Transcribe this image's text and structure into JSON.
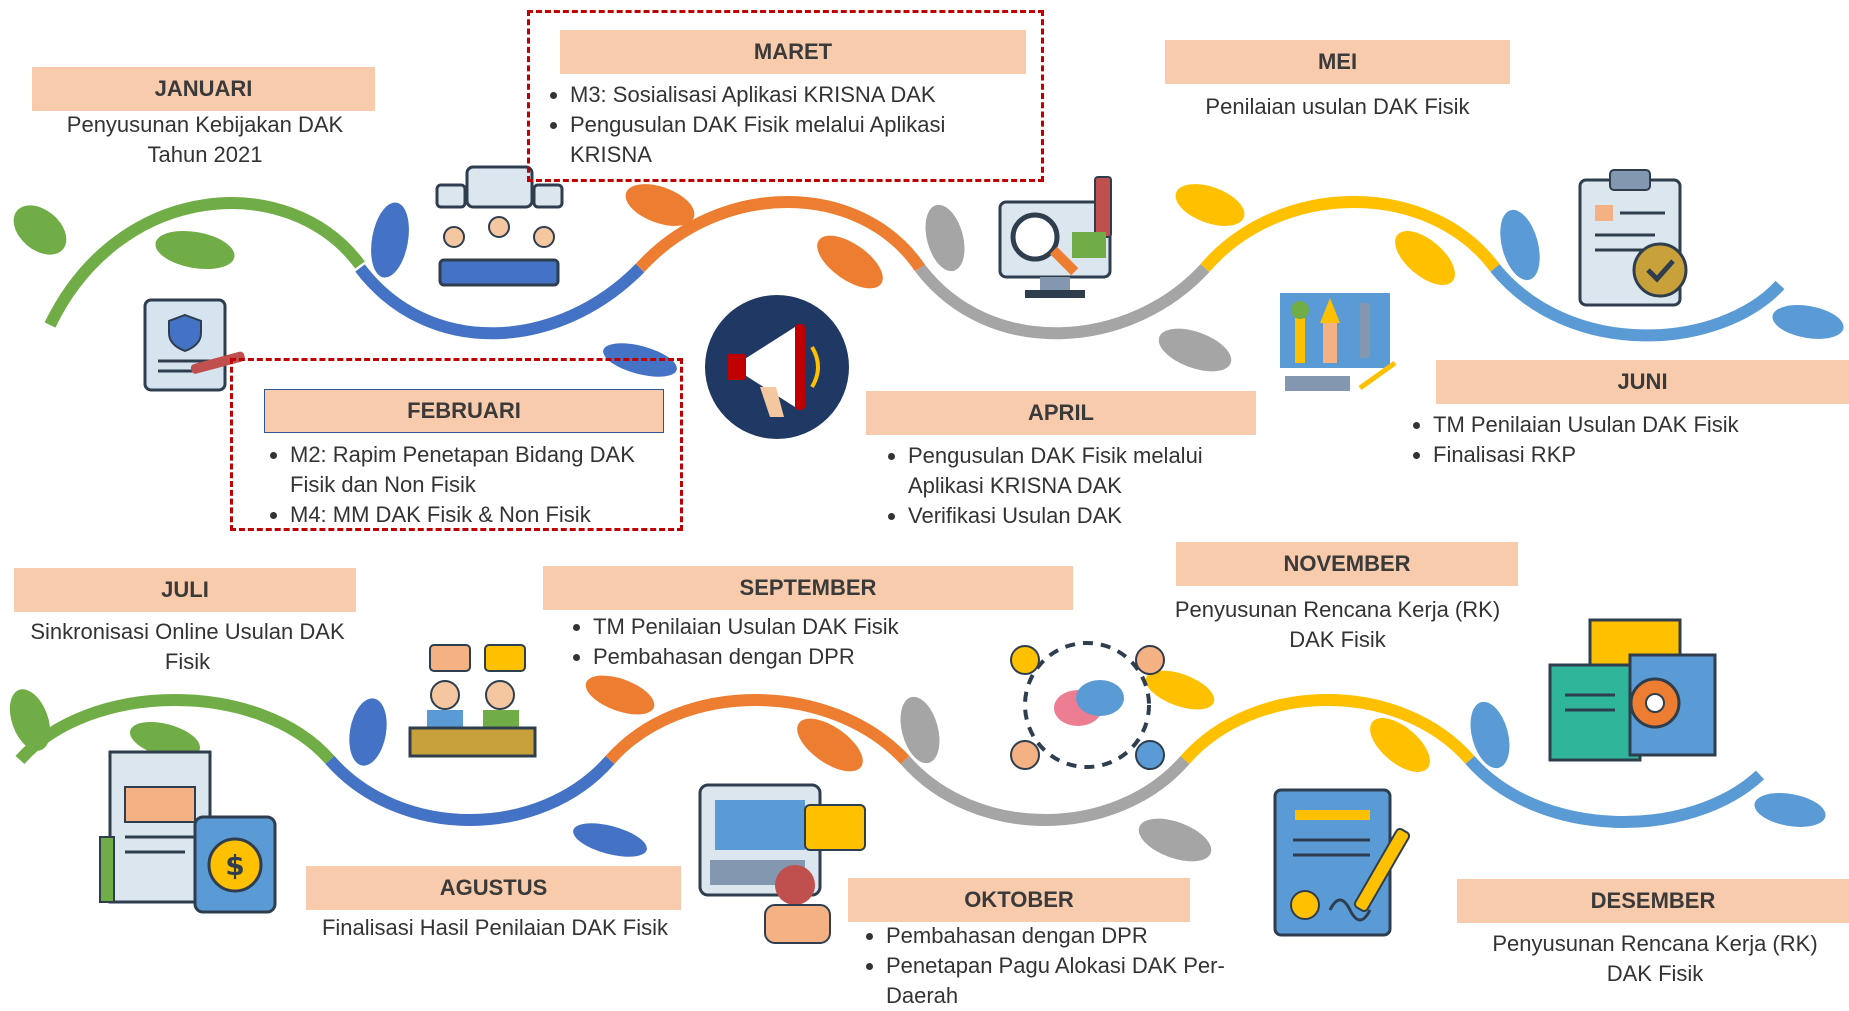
{
  "months": [
    {
      "name": "JANUARI",
      "text": "Penyusunan Kebijakan DAK Tahun 2021",
      "items": []
    },
    {
      "name": "FEBRUARI",
      "items": [
        "M2: Rapim Penetapan Bidang DAK Fisik dan Non Fisik",
        "M4: MM DAK Fisik & Non Fisik"
      ]
    },
    {
      "name": "MARET",
      "items": [
        "M3: Sosialisasi Aplikasi KRISNA DAK",
        "Pengusulan DAK Fisik melalui  Aplikasi KRISNA"
      ]
    },
    {
      "name": "APRIL",
      "items": [
        "Pengusulan DAK Fisik melalui  Aplikasi KRISNA DAK",
        "Verifikasi Usulan DAK"
      ]
    },
    {
      "name": "MEI",
      "text": "Penilaian usulan DAK Fisik"
    },
    {
      "name": "JUNI",
      "items": [
        "TM Penilaian Usulan DAK Fisik",
        "Finalisasi RKP"
      ]
    },
    {
      "name": "JULI",
      "text": "Sinkronisasi Online Usulan DAK Fisik"
    },
    {
      "name": "AGUSTUS",
      "text": "Finalisasi Hasil Penilaian DAK Fisik"
    },
    {
      "name": "SEPTEMBER",
      "items": [
        "TM Penilaian Usulan DAK Fisik",
        "Pembahasan dengan DPR"
      ]
    },
    {
      "name": "OKTOBER",
      "items": [
        "Pembahasan dengan DPR",
        "Penetapan Pagu Alokasi DAK Per-Daerah"
      ]
    },
    {
      "name": "NOVEMBER",
      "text": "Penyusunan Rencana Kerja (RK) DAK Fisik"
    },
    {
      "name": "DESEMBER",
      "text": "Penyusunan Rencana Kerja (RK) DAK Fisik"
    }
  ],
  "colors": {
    "green": "#70ad47",
    "blue": "#4472c4",
    "orange": "#ed7d31",
    "gray": "#a5a5a5",
    "yellow": "#ffc000",
    "lightblue": "#5b9bd5",
    "header": "#f8cbad",
    "highlight": "#c00000"
  },
  "icons": [
    "document-seal-icon",
    "meeting-icon",
    "megaphone-icon",
    "monitor-search-icon",
    "design-tools-icon",
    "clipboard-check-icon",
    "invoice-money-icon",
    "discussion-icon",
    "computer-chat-icon",
    "network-chat-icon",
    "contract-sign-icon",
    "documents-gear-icon"
  ]
}
